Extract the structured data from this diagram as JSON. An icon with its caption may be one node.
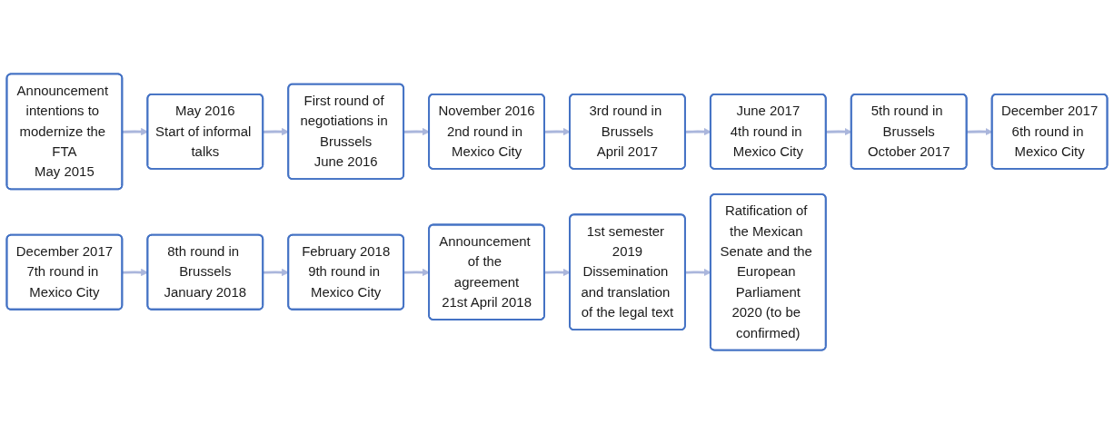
{
  "diagram": {
    "nodes": [
      {
        "text": [
          "Announcement intentions to modernize the FTA",
          "May 2015"
        ]
      },
      {
        "text": [
          "May 2016",
          "Start of informal talks"
        ]
      },
      {
        "text": [
          "First round of negotiations in Brussels",
          "June 2016"
        ]
      },
      {
        "text": [
          "November 2016",
          "2nd round in Mexico City"
        ]
      },
      {
        "text": [
          "3rd round in Brussels",
          "April 2017"
        ]
      },
      {
        "text": [
          "June 2017",
          "4th round in Mexico City"
        ]
      },
      {
        "text": [
          "5th round in Brussels",
          "October 2017"
        ]
      },
      {
        "text": [
          "December 2017",
          "6th round in Mexico City"
        ]
      },
      {
        "text": [
          "December 2017",
          "7th round in Mexico City"
        ]
      },
      {
        "text": [
          "8th round in Brussels",
          "January 2018"
        ]
      },
      {
        "text": [
          "February 2018",
          "9th round in Mexico City"
        ]
      },
      {
        "text": [
          "Announcement of the agreement",
          "21st April 2018"
        ]
      },
      {
        "text": [
          "1st semester 2019",
          "Dissemination and translation of the legal text"
        ]
      },
      {
        "text": [
          "Ratification of the Mexican Senate and the European Parliament",
          "2020 (to be confirmed)"
        ]
      }
    ],
    "edges": [
      {
        "from": 0,
        "to": 1,
        "arrow": "to"
      },
      {
        "from": 1,
        "to": 2,
        "arrow": "to"
      },
      {
        "from": 2,
        "to": 3,
        "arrow": "to"
      },
      {
        "from": 3,
        "to": 4,
        "arrow": "to"
      },
      {
        "from": 4,
        "to": 5,
        "arrow": "to"
      },
      {
        "from": 5,
        "to": 6,
        "arrow": "to"
      },
      {
        "from": 6,
        "to": 7,
        "arrow": "to"
      },
      {
        "from": 8,
        "to": 9,
        "arrow": "to"
      },
      {
        "from": 9,
        "to": 10,
        "arrow": "to"
      },
      {
        "from": 10,
        "to": 11,
        "arrow": "to"
      },
      {
        "from": 11,
        "to": 12,
        "arrow": "to"
      },
      {
        "from": 12,
        "to": 13,
        "arrow": "to"
      }
    ]
  }
}
